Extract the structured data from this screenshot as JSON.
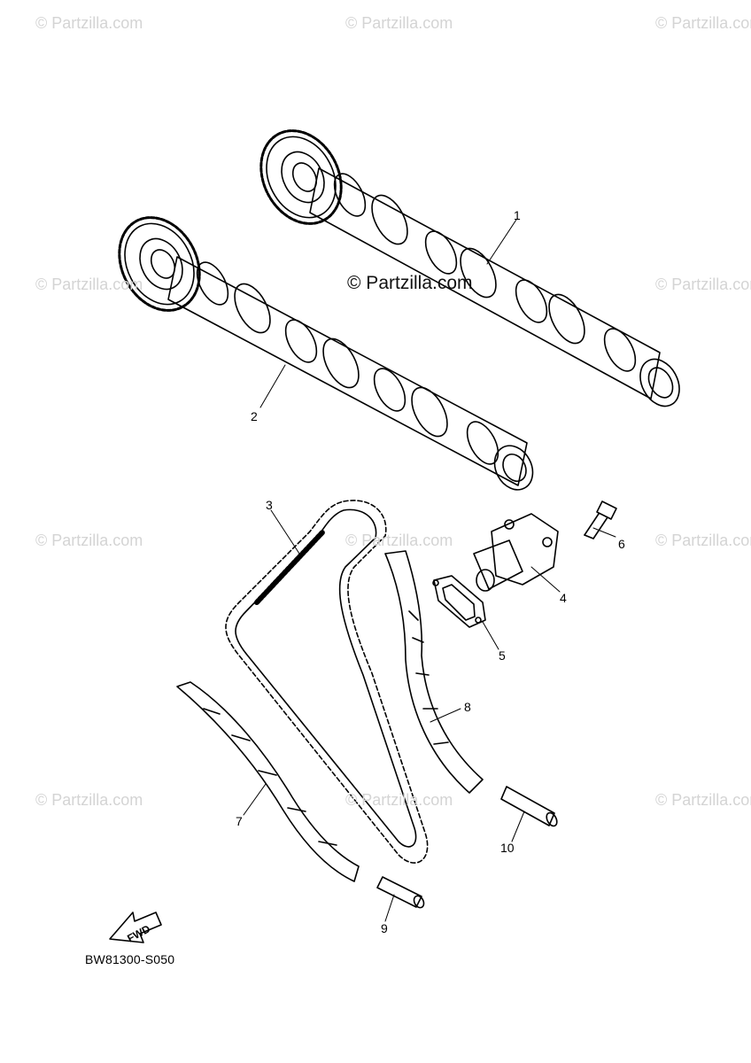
{
  "watermark": "© Partzilla.com",
  "credit": "© Partzilla.com",
  "diagram_code": "BW81300-S050",
  "fwd_label": "FWD",
  "parts": [
    {
      "number": "1",
      "icon": "camshaft-icon"
    },
    {
      "number": "2",
      "icon": "camshaft-icon"
    },
    {
      "number": "3",
      "icon": "timing-chain-icon"
    },
    {
      "number": "4",
      "icon": "chain-tensioner-icon"
    },
    {
      "number": "5",
      "icon": "gasket-icon"
    },
    {
      "number": "6",
      "icon": "bolt-icon"
    },
    {
      "number": "7",
      "icon": "chain-guide-icon"
    },
    {
      "number": "8",
      "icon": "chain-guide-icon"
    },
    {
      "number": "9",
      "icon": "pin-icon"
    },
    {
      "number": "10",
      "icon": "pin-icon"
    }
  ]
}
